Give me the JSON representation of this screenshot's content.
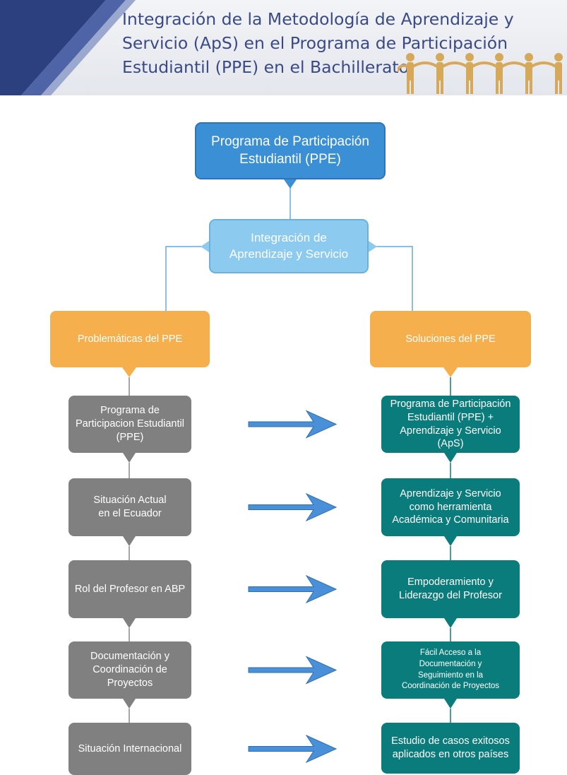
{
  "header": {
    "title_lines": [
      "Integración de la Metodología de Aprendizaje y",
      "Servicio (ApS) en el Programa de Participación",
      "Estudiantil (PPE) en el Bachillerato"
    ]
  },
  "diagram": {
    "top_node": "Programa de Participación\nEstudiantil (PPE)",
    "middle_node": "Integración de\nAprendizaje y Servicio",
    "left_category": "Problemáticas del PPE",
    "right_category": "Soluciones del PPE",
    "problems": [
      "Programa de\nParticipacion Estudiantil\n(PPE)",
      "Situación Actual\nen el Ecuador",
      "Rol del Profesor en ABP",
      "Documentación y\nCoordinación de\nProyectos",
      "Situación Internacional"
    ],
    "solutions": [
      "Programa de Participación\nEstudiantil (PPE) +\nAprendizaje y Servicio (ApS)",
      "Aprendizaje y Servicio\ncomo herramienta\nAcadémica y Comunitaria",
      "Empoderamiento y\nLiderazgo del Profesor",
      "Fácil Acceso a la\nDocumentación y\nSeguimiento en la\nCoordinación de Proyectos",
      "Estudio de casos exitosos\naplicados en otros países"
    ]
  },
  "colors": {
    "title_text": "#3a4a86",
    "header_dark_blue": "#2c3f7e",
    "people_icons": "#d6a95a",
    "top_node": "#3b8fd4",
    "middle_node": "#8ccbef",
    "category": "#f5b04d",
    "problem": "#808080",
    "solution": "#0b7c7c",
    "arrow": "#4a90d9"
  }
}
